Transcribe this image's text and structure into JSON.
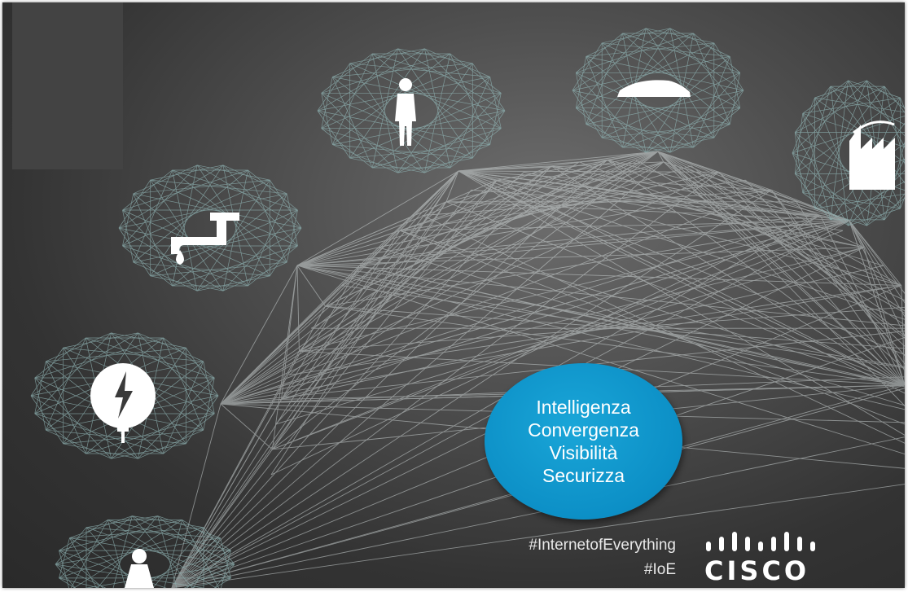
{
  "bubble": {
    "lines": [
      "Intelligenza",
      "Convergenza",
      "Visibilità",
      "Securizza"
    ],
    "color": "#0c8fc6"
  },
  "hashtags": {
    "primary": "#InternetofEverything",
    "short": "#IoE"
  },
  "logo": {
    "text": "CISCO"
  },
  "icons": [
    "person-icon",
    "car-icon",
    "factory-icon",
    "faucet-icon",
    "gauge-icon",
    "woman-icon"
  ],
  "colors": {
    "background": "#3a3a3a",
    "mesh": "#8fb3b3",
    "bubble": "#0c8fc6"
  }
}
